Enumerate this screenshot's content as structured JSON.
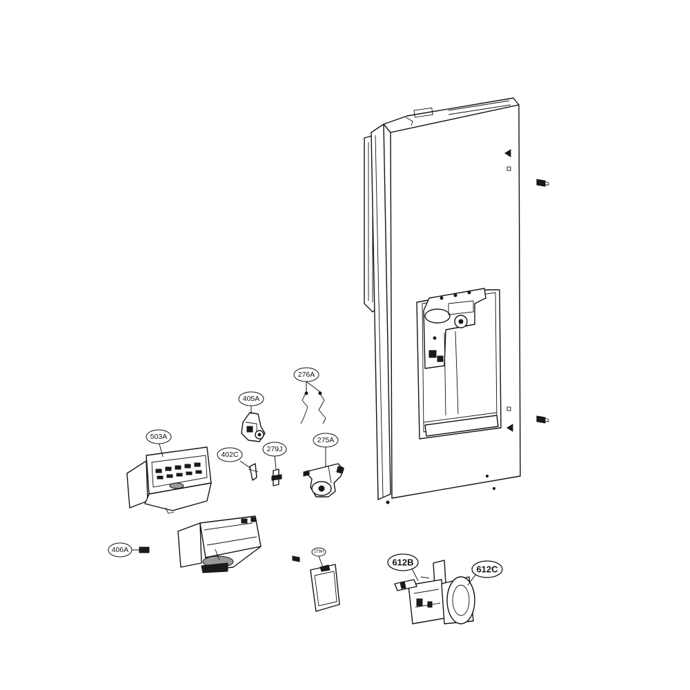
{
  "callouts": {
    "c276A": "276A",
    "c405A": "405A",
    "c503A": "503A",
    "c402C": "402C",
    "c279J": "279J",
    "c275A": "275A",
    "c406A": "406A",
    "c279H": "279H",
    "c612B": "612B",
    "c612C": "612C"
  },
  "colors": {
    "line": "#111111",
    "background": "#ffffff"
  }
}
